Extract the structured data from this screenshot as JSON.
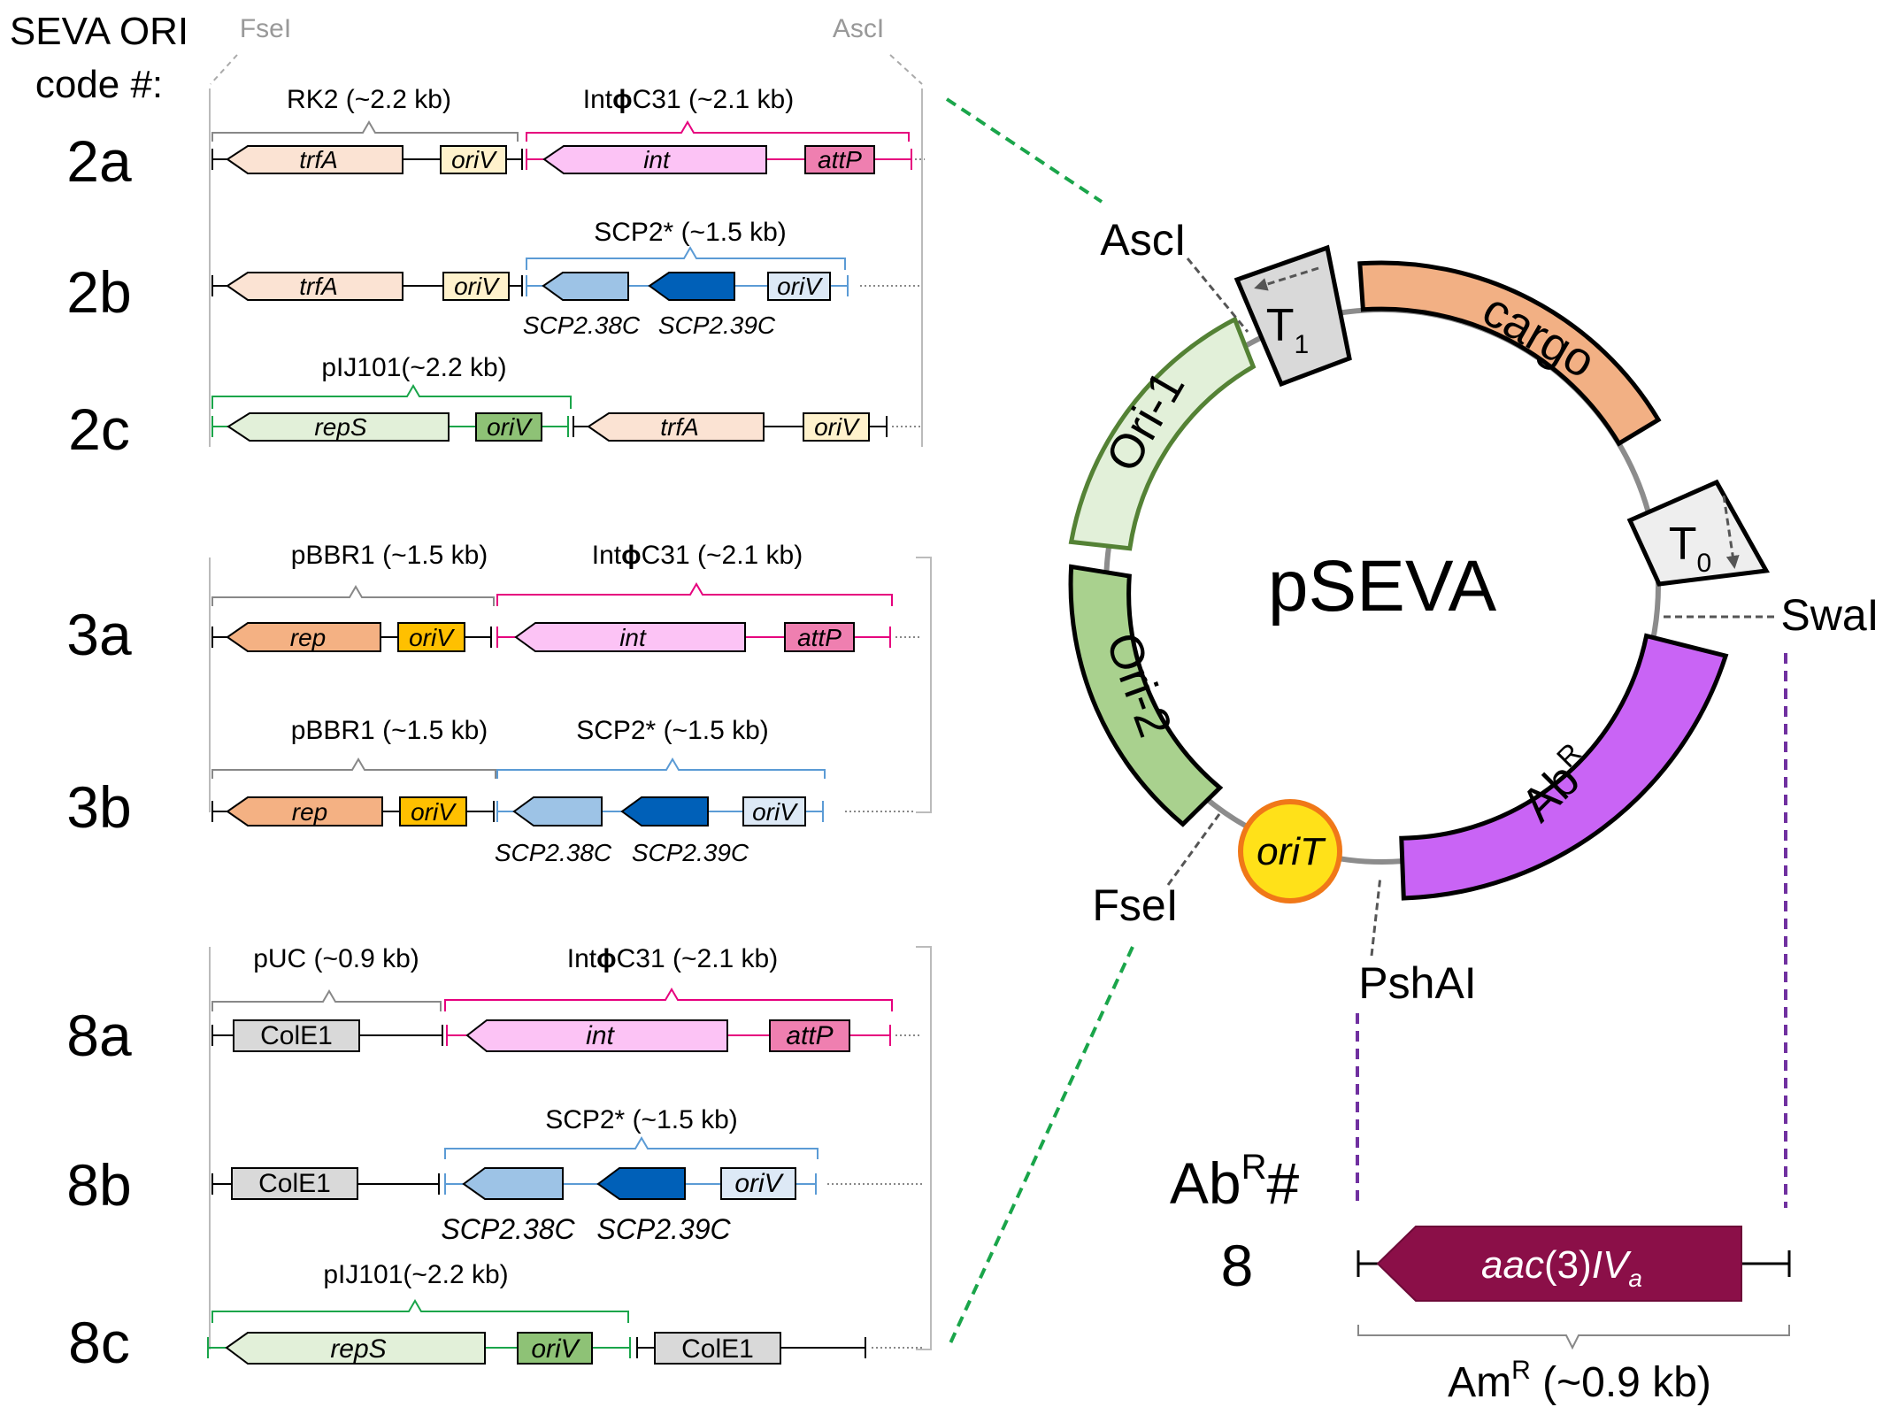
{
  "header": {
    "line1": "SEVA ORI",
    "line2": "code #:",
    "fsei": "FseI",
    "asci": "AscI"
  },
  "rows": [
    {
      "code": "2a"
    },
    {
      "code": "2b"
    },
    {
      "code": "2c"
    },
    {
      "code": "3a"
    },
    {
      "code": "3b"
    },
    {
      "code": "8a"
    },
    {
      "code": "8b"
    },
    {
      "code": "8c"
    }
  ],
  "segments": {
    "rk2": "RK2 (~2.2 kb)",
    "int_a": "Int",
    "phi": "ϕ",
    "int_b": "C31 (~2.1 kb)",
    "scp2": "SCP2* (~1.5 kb)",
    "pij101": "pIJ101(~2.2 kb)",
    "pbbr1": "pBBR1 (~1.5 kb)",
    "puc": "pUC (~0.9 kb)"
  },
  "genes": {
    "trfA": "trfA",
    "oriV": "oriV",
    "int": "int",
    "attP": "attP",
    "repS": "repS",
    "rep": "rep",
    "ColE1": "ColE1",
    "scp238": "SCP2.38C",
    "scp239": "SCP2.39C"
  },
  "plasmid": {
    "name": "pSEVA",
    "cargo": "cargo",
    "ori1": "Ori-1",
    "ori2": "Ori-2",
    "oriT": "oriT",
    "t1_main": "T",
    "t1_sub": "1",
    "t0_main": "T",
    "t0_sub": "0",
    "abr_main": "Ab",
    "abr_sup": "R",
    "asci": "AscI",
    "swai": "SwaI",
    "fsei": "FseI",
    "pshai": "PshAI"
  },
  "abr": {
    "header_main": "Ab",
    "header_sup": "R",
    "header_tail": "#",
    "code": "8",
    "gene_a": "aac",
    "gene_b": "(3)",
    "gene_c": "IV",
    "gene_sub": "a",
    "label_main": "Am",
    "label_sup": "R",
    "label_tail": " (~0.9 kb)"
  },
  "colors": {
    "trfA": "#fbe3d3",
    "oriV_rk2": "#fff2cc",
    "int": "#fcc3f5",
    "attP": "#ef7fb0",
    "scp38": "#9dc3e6",
    "scp39": "#0060b8",
    "oriV_scp": "#dde9f6",
    "repS": "#e2f0d9",
    "oriV_pij": "#8ec276",
    "rep": "#f4b183",
    "oriV_pbbr": "#ffc000",
    "ColE1": "#d9d9d9",
    "cargo": "#f2b084",
    "ori1": "#e2f0d9",
    "ori2": "#a9d18e",
    "abr": "#c964f5",
    "oriT": "#ffe119",
    "oriT_border": "#f07818",
    "aac": "#8b0f48",
    "green_dash": "#1aa54a",
    "purple_dash": "#7030a0",
    "bracket_grey": "#888888",
    "bracket_pink": "#e6007e",
    "bracket_blue": "#5b9bd5",
    "bracket_green": "#1aa54a"
  }
}
